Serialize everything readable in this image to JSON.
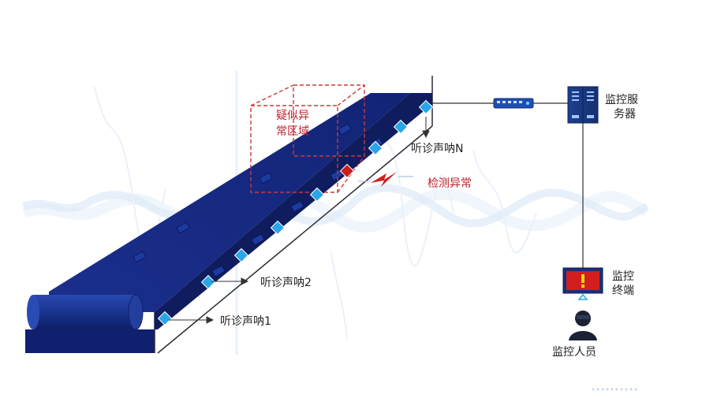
{
  "labels": {
    "suspect_zone_line1": "疑似异",
    "suspect_zone_line2": "常区域",
    "sensor_n": "听诊声呐N",
    "sensor_2": "听诊声呐2",
    "sensor_1": "听诊声呐1",
    "detect_anomaly": "检测异常",
    "server_line1": "监控服",
    "server_line2": "务器",
    "terminal_line1": "监控",
    "terminal_line2": "终端",
    "operator": "监控人员"
  },
  "icons": {
    "switch": "network-switch-icon",
    "server": "server-rack-icon",
    "terminal": "monitor-alert-icon",
    "operator": "person-icon",
    "alarm": "lightning-bolt-icon"
  },
  "colors": {
    "belt_dark": "#13247a",
    "belt_mid": "#1c3595",
    "sensor": "#2aa6e8",
    "anomaly": "#c81e1e",
    "suspect_box": "#c83a3a",
    "wave": "#9cc3ea",
    "line": "#333333"
  }
}
